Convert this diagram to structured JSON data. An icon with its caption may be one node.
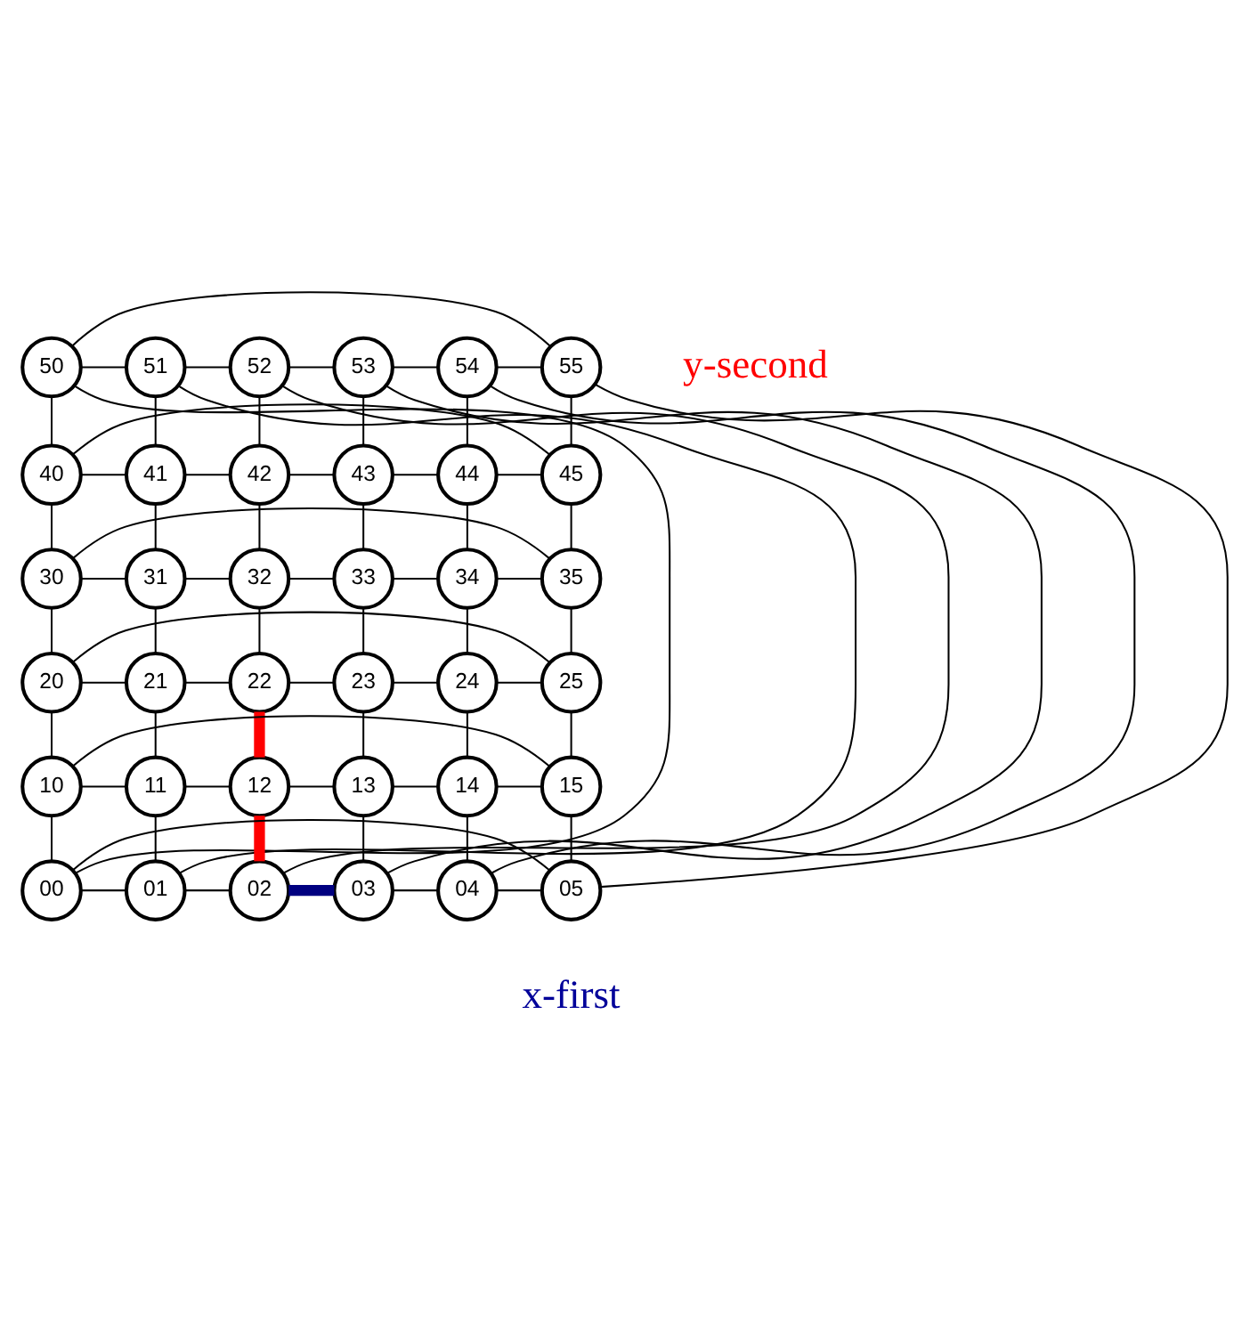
{
  "diagram": {
    "nodes": [
      {
        "text": [
          "50"
        ]
      },
      {
        "text": [
          "51"
        ]
      },
      {
        "text": [
          "52"
        ]
      },
      {
        "text": [
          "53"
        ]
      },
      {
        "text": [
          "54"
        ]
      },
      {
        "text": [
          "55"
        ]
      },
      {
        "text": [
          "40"
        ]
      },
      {
        "text": [
          "41"
        ]
      },
      {
        "text": [
          "42"
        ]
      },
      {
        "text": [
          "43"
        ]
      },
      {
        "text": [
          "44"
        ]
      },
      {
        "text": [
          "45"
        ]
      },
      {
        "text": [
          "30"
        ]
      },
      {
        "text": [
          "31"
        ]
      },
      {
        "text": [
          "32"
        ]
      },
      {
        "text": [
          "33"
        ]
      },
      {
        "text": [
          "34"
        ]
      },
      {
        "text": [
          "35"
        ]
      },
      {
        "text": [
          "20"
        ]
      },
      {
        "text": [
          "21"
        ]
      },
      {
        "text": [
          "22"
        ]
      },
      {
        "text": [
          "23"
        ]
      },
      {
        "text": [
          "24"
        ]
      },
      {
        "text": [
          "25"
        ]
      },
      {
        "text": [
          "10"
        ]
      },
      {
        "text": [
          "11"
        ]
      },
      {
        "text": [
          "12"
        ]
      },
      {
        "text": [
          "13"
        ]
      },
      {
        "text": [
          "14"
        ]
      },
      {
        "text": [
          "15"
        ]
      },
      {
        "text": [
          "00"
        ]
      },
      {
        "text": [
          "01"
        ]
      },
      {
        "text": [
          "02"
        ]
      },
      {
        "text": [
          "03"
        ]
      },
      {
        "text": [
          "04"
        ]
      },
      {
        "text": [
          "05"
        ]
      }
    ],
    "edges": [
      {
        "from": 0,
        "to": 1,
        "arrow": "none"
      },
      {
        "from": 1,
        "to": 2,
        "arrow": "none"
      },
      {
        "from": 2,
        "to": 3,
        "arrow": "none"
      },
      {
        "from": 3,
        "to": 4,
        "arrow": "none"
      },
      {
        "from": 4,
        "to": 5,
        "arrow": "none"
      },
      {
        "from": 0,
        "to": 5,
        "arrow": "none"
      },
      {
        "from": 6,
        "to": 7,
        "arrow": "none"
      },
      {
        "from": 7,
        "to": 8,
        "arrow": "none"
      },
      {
        "from": 8,
        "to": 9,
        "arrow": "none"
      },
      {
        "from": 9,
        "to": 10,
        "arrow": "none"
      },
      {
        "from": 10,
        "to": 11,
        "arrow": "none"
      },
      {
        "from": 6,
        "to": 11,
        "arrow": "none"
      },
      {
        "from": 12,
        "to": 13,
        "arrow": "none"
      },
      {
        "from": 13,
        "to": 14,
        "arrow": "none"
      },
      {
        "from": 14,
        "to": 15,
        "arrow": "none"
      },
      {
        "from": 15,
        "to": 16,
        "arrow": "none"
      },
      {
        "from": 16,
        "to": 17,
        "arrow": "none"
      },
      {
        "from": 12,
        "to": 17,
        "arrow": "none"
      },
      {
        "from": 18,
        "to": 19,
        "arrow": "none"
      },
      {
        "from": 19,
        "to": 20,
        "arrow": "none"
      },
      {
        "from": 20,
        "to": 21,
        "arrow": "none"
      },
      {
        "from": 21,
        "to": 22,
        "arrow": "none"
      },
      {
        "from": 22,
        "to": 23,
        "arrow": "none"
      },
      {
        "from": 18,
        "to": 23,
        "arrow": "none"
      },
      {
        "from": 24,
        "to": 25,
        "arrow": "none"
      },
      {
        "from": 25,
        "to": 26,
        "arrow": "none"
      },
      {
        "from": 26,
        "to": 27,
        "arrow": "none"
      },
      {
        "from": 27,
        "to": 28,
        "arrow": "none"
      },
      {
        "from": 28,
        "to": 29,
        "arrow": "none"
      },
      {
        "from": 24,
        "to": 29,
        "arrow": "none"
      },
      {
        "from": 30,
        "to": 31,
        "arrow": "none"
      },
      {
        "from": 31,
        "to": 32,
        "arrow": "none"
      },
      {
        "from": 32,
        "to": 33,
        "arrow": "none",
        "style": "thick",
        "color": "#000080"
      },
      {
        "from": 33,
        "to": 34,
        "arrow": "none"
      },
      {
        "from": 34,
        "to": 35,
        "arrow": "none"
      },
      {
        "from": 30,
        "to": 35,
        "arrow": "none"
      },
      {
        "from": 0,
        "to": 6,
        "arrow": "none"
      },
      {
        "from": 6,
        "to": 12,
        "arrow": "none"
      },
      {
        "from": 12,
        "to": 18,
        "arrow": "none"
      },
      {
        "from": 18,
        "to": 24,
        "arrow": "none"
      },
      {
        "from": 24,
        "to": 30,
        "arrow": "none"
      },
      {
        "from": 0,
        "to": 30,
        "arrow": "none"
      },
      {
        "from": 1,
        "to": 7,
        "arrow": "none"
      },
      {
        "from": 7,
        "to": 13,
        "arrow": "none"
      },
      {
        "from": 13,
        "to": 19,
        "arrow": "none"
      },
      {
        "from": 19,
        "to": 25,
        "arrow": "none"
      },
      {
        "from": 25,
        "to": 31,
        "arrow": "none"
      },
      {
        "from": 1,
        "to": 31,
        "arrow": "none"
      },
      {
        "from": 2,
        "to": 8,
        "arrow": "none"
      },
      {
        "from": 8,
        "to": 14,
        "arrow": "none"
      },
      {
        "from": 14,
        "to": 20,
        "arrow": "none"
      },
      {
        "from": 20,
        "to": 26,
        "arrow": "none",
        "style": "thick",
        "color": "#ff0000"
      },
      {
        "from": 26,
        "to": 32,
        "arrow": "none",
        "style": "thick",
        "color": "#ff0000"
      },
      {
        "from": 2,
        "to": 32,
        "arrow": "none"
      },
      {
        "from": 3,
        "to": 9,
        "arrow": "none"
      },
      {
        "from": 9,
        "to": 15,
        "arrow": "none"
      },
      {
        "from": 15,
        "to": 21,
        "arrow": "none"
      },
      {
        "from": 21,
        "to": 27,
        "arrow": "none"
      },
      {
        "from": 27,
        "to": 33,
        "arrow": "none"
      },
      {
        "from": 3,
        "to": 33,
        "arrow": "none"
      },
      {
        "from": 4,
        "to": 10,
        "arrow": "none"
      },
      {
        "from": 10,
        "to": 16,
        "arrow": "none"
      },
      {
        "from": 16,
        "to": 22,
        "arrow": "none"
      },
      {
        "from": 22,
        "to": 28,
        "arrow": "none"
      },
      {
        "from": 28,
        "to": 34,
        "arrow": "none"
      },
      {
        "from": 4,
        "to": 34,
        "arrow": "none"
      },
      {
        "from": 5,
        "to": 11,
        "arrow": "none"
      },
      {
        "from": 11,
        "to": 17,
        "arrow": "none"
      },
      {
        "from": 17,
        "to": 23,
        "arrow": "none"
      },
      {
        "from": 23,
        "to": 29,
        "arrow": "none"
      },
      {
        "from": 29,
        "to": 35,
        "arrow": "none"
      },
      {
        "from": 5,
        "to": 35,
        "arrow": "none"
      }
    ],
    "labels": [
      "y-second",
      "x-first"
    ]
  }
}
